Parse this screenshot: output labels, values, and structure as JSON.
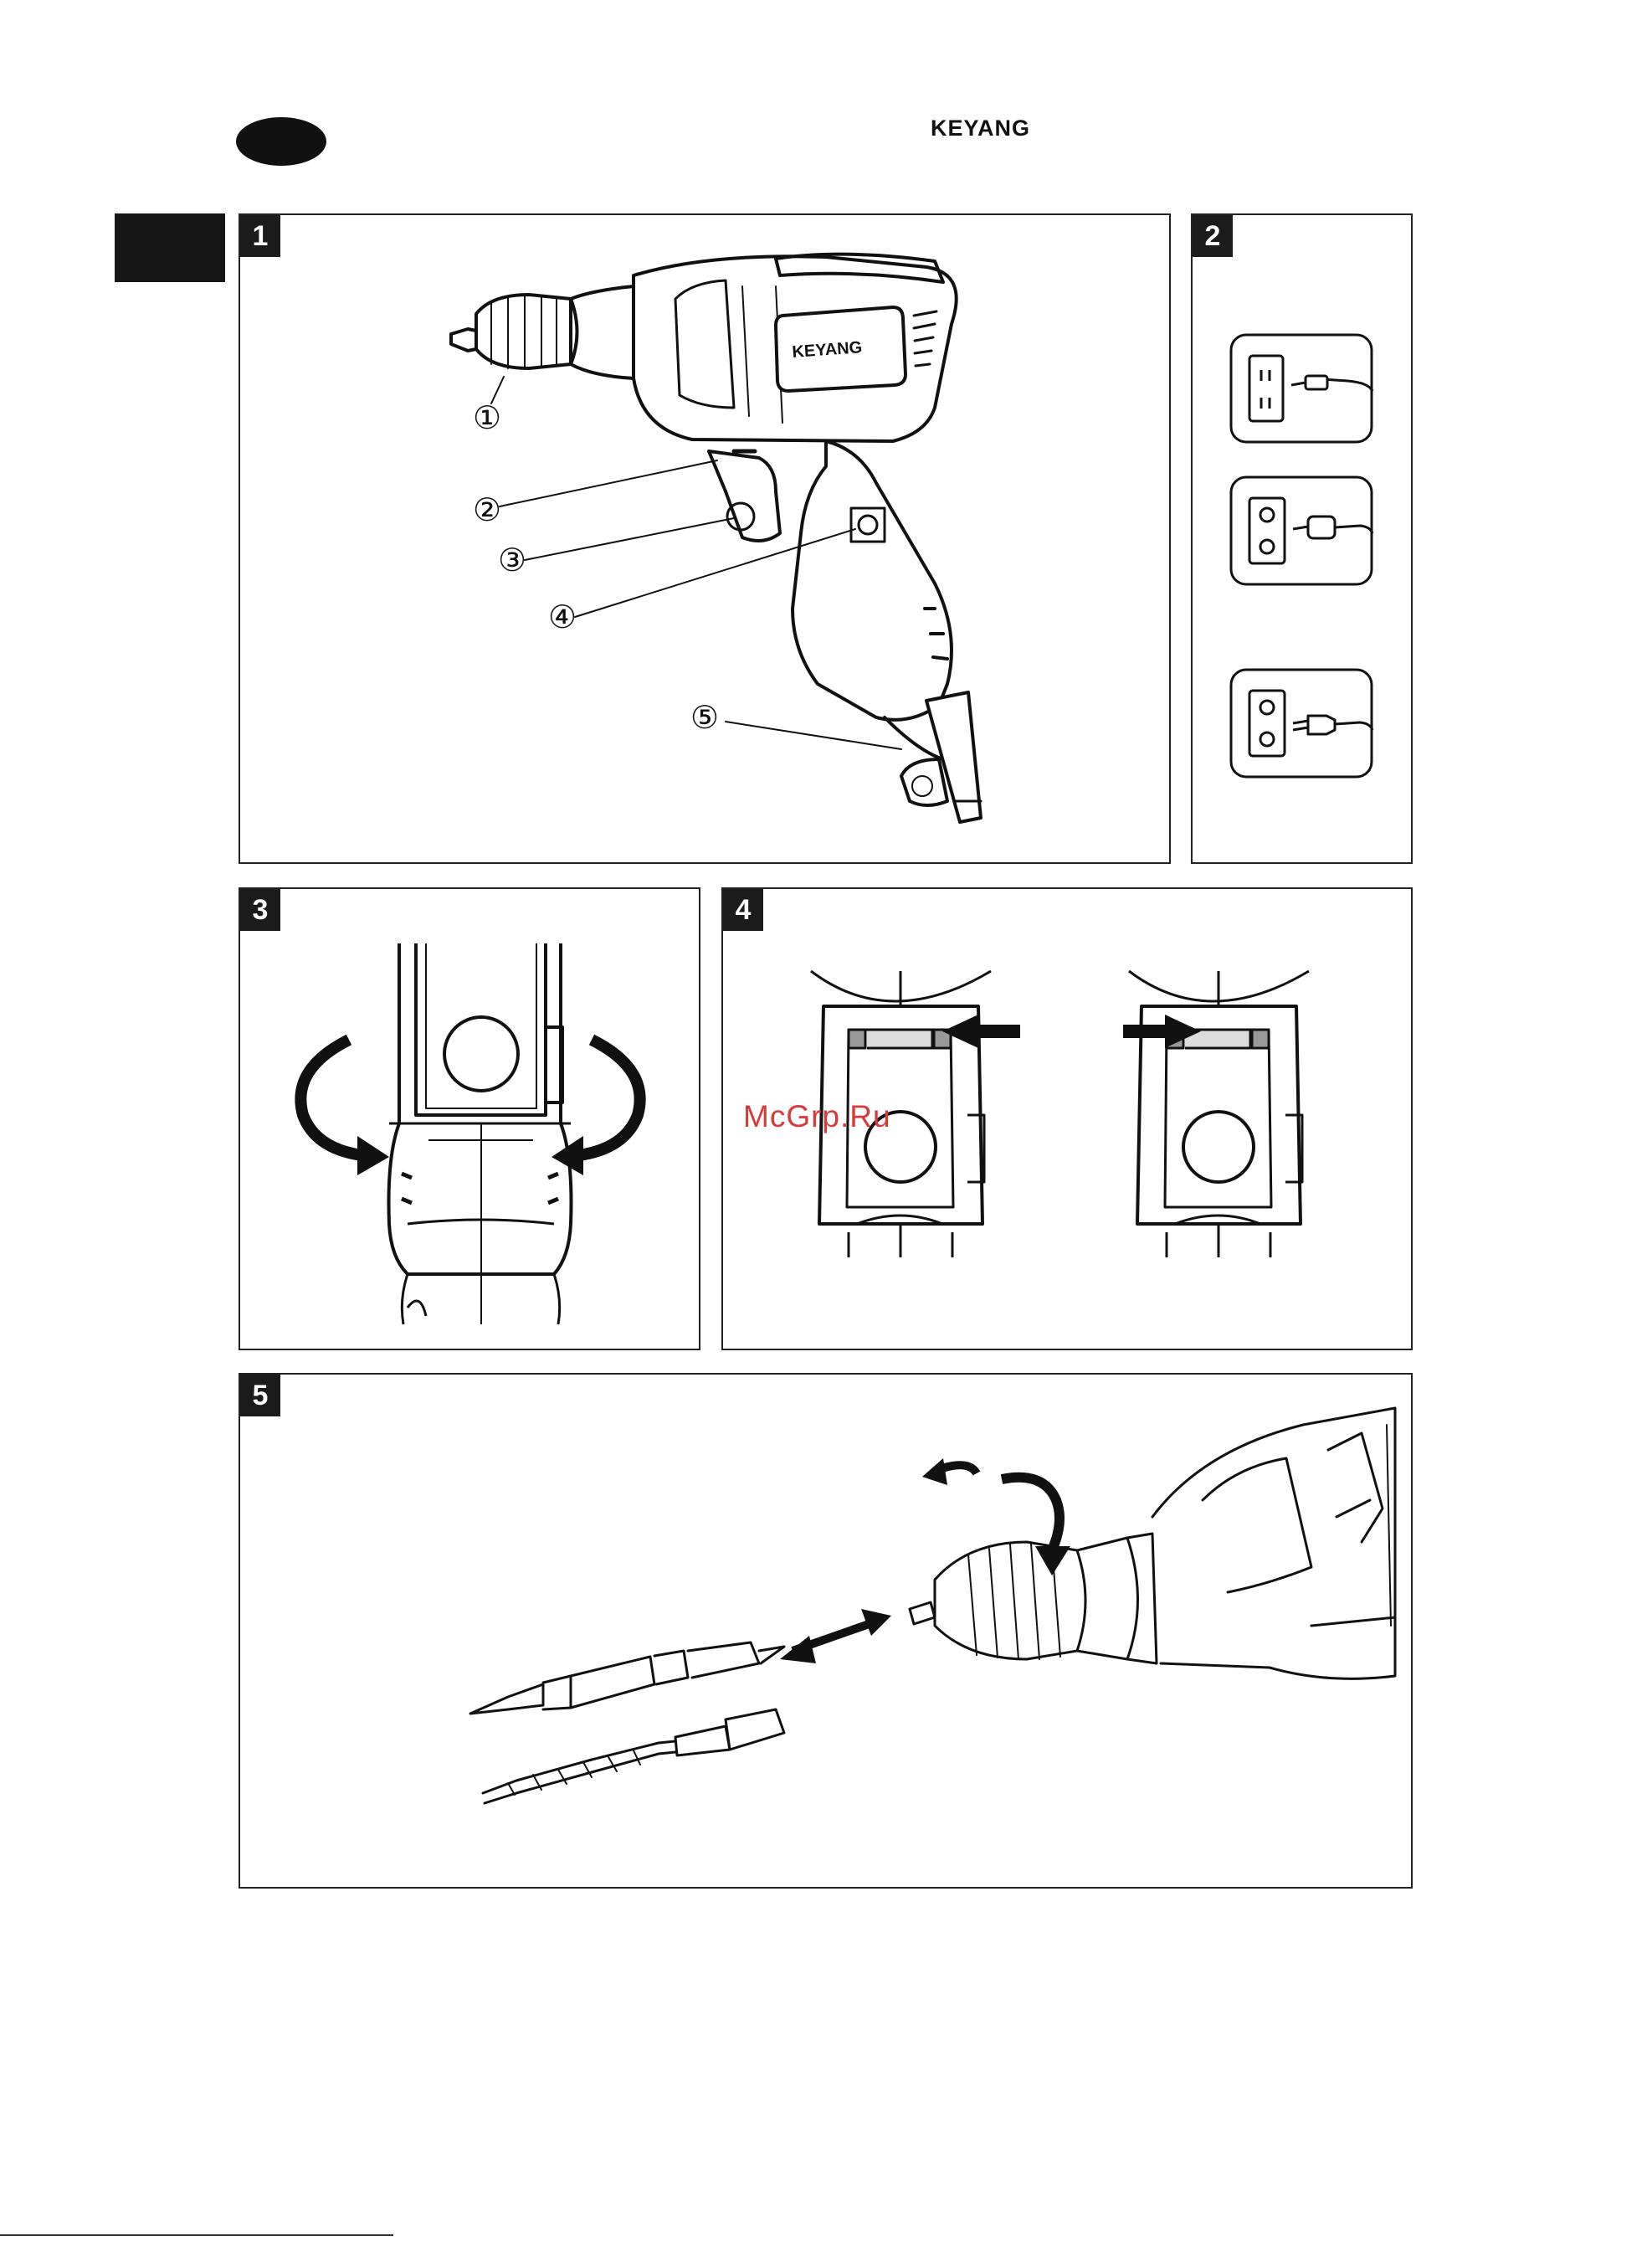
{
  "header": {
    "brand": "KEYANG"
  },
  "panels": [
    {
      "number": "1",
      "callouts": [
        "①",
        "②",
        "③",
        "④",
        "⑤"
      ],
      "logo": "KEYANG"
    },
    {
      "number": "2",
      "icons": [
        "outlet-plug-flat-icon",
        "outlet-plug-round-icon",
        "outlet-plug-euro-icon"
      ]
    },
    {
      "number": "3",
      "icons": [
        "rotate-left-arrow-icon",
        "rotate-right-arrow-icon"
      ]
    },
    {
      "number": "4",
      "icons": [
        "push-left-arrow-icon",
        "push-right-arrow-icon"
      ]
    },
    {
      "number": "5",
      "icons": [
        "chuck-rotate-arrow-icon",
        "insert-bit-arrow-icon"
      ]
    }
  ],
  "watermark": "McGrp.Ru",
  "colors": {
    "ink": "#111111",
    "watermark": "#d83a3a",
    "tab": "#161616"
  }
}
